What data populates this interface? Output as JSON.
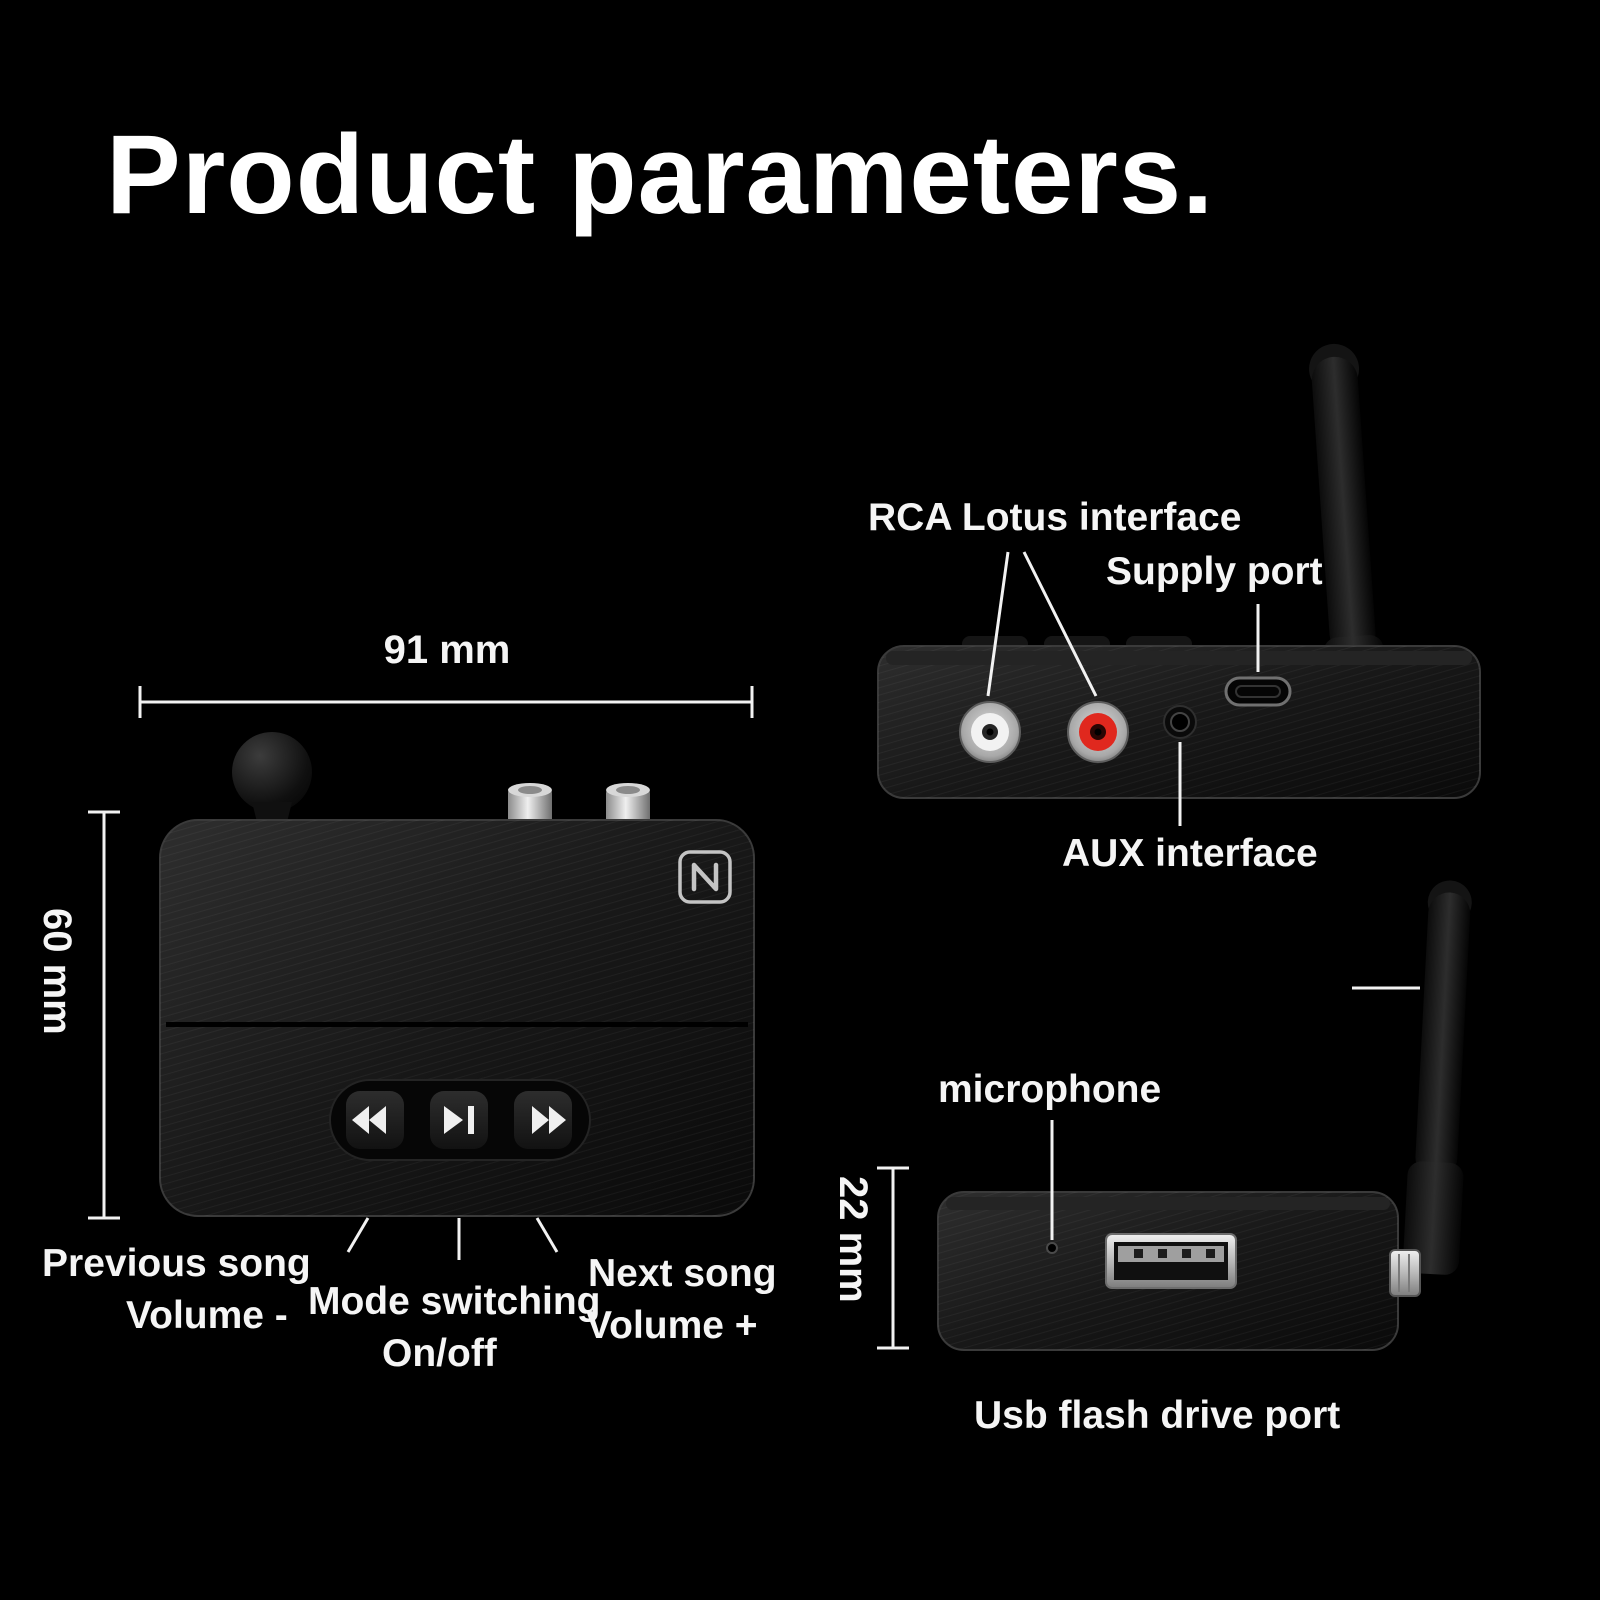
{
  "page": {
    "title": "Product parameters.",
    "background": "#000000",
    "text_color": "#ffffff"
  },
  "front_view": {
    "width_dim": "91 mm",
    "height_dim": "60 mm",
    "button_labels": {
      "previous": [
        "Previous song",
        "Volume -"
      ],
      "mode": [
        "Mode switching",
        "On/off"
      ],
      "next": [
        "Next song",
        "Volume +"
      ]
    },
    "icons": [
      "nfc-icon",
      "previous-icon",
      "play-pause-icon",
      "next-icon"
    ]
  },
  "back_view": {
    "rca_label": "RCA Lotus interface",
    "supply_label": "Supply port",
    "aux_label": "AUX interface"
  },
  "bottom_view": {
    "mic_label": "microphone",
    "height_dim": "22 mm",
    "usb_label": "Usb flash drive port"
  },
  "colors": {
    "rca_red": "#e0281e",
    "rca_white": "#f2f2f2",
    "silver": "#bcbcbc",
    "device_body": "#181818"
  }
}
